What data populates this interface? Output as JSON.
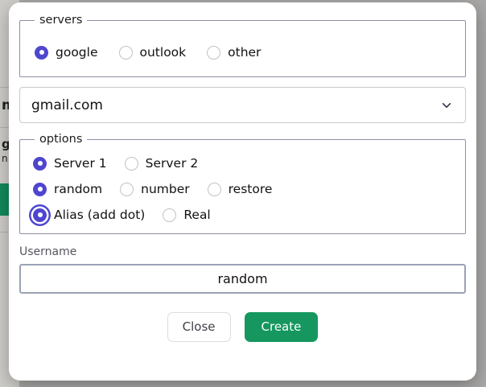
{
  "background": {
    "heading_fragment": "m",
    "line1_fragment": "g",
    "line2_fragment": "n",
    "green_button_color": "#128a5b"
  },
  "modal": {
    "servers_group": {
      "legend": "servers",
      "options": [
        {
          "label": "google",
          "checked": true,
          "focused": false
        },
        {
          "label": "outlook",
          "checked": false,
          "focused": false
        },
        {
          "label": "other",
          "checked": false,
          "focused": false
        }
      ]
    },
    "domain_select": {
      "value": "gmail.com",
      "icon": "chevron-down-icon"
    },
    "options_group": {
      "legend": "options",
      "row_server": [
        {
          "label": "Server 1",
          "checked": true,
          "focused": false
        },
        {
          "label": "Server 2",
          "checked": false,
          "focused": false
        }
      ],
      "row_mode": [
        {
          "label": "random",
          "checked": true,
          "focused": false
        },
        {
          "label": "number",
          "checked": false,
          "focused": false
        },
        {
          "label": "restore",
          "checked": false,
          "focused": false
        }
      ],
      "row_alias": [
        {
          "label": "Alias (add dot)",
          "checked": true,
          "focused": true
        },
        {
          "label": "Real",
          "checked": false,
          "focused": false
        }
      ]
    },
    "username": {
      "label": "Username",
      "value": "random",
      "placeholder": "Username"
    },
    "footer": {
      "close_label": "Close",
      "create_label": "Create"
    }
  },
  "colors": {
    "radio_accent": "#4f46cf",
    "create_button": "#15975f",
    "backdrop": "#a9a8a6"
  }
}
